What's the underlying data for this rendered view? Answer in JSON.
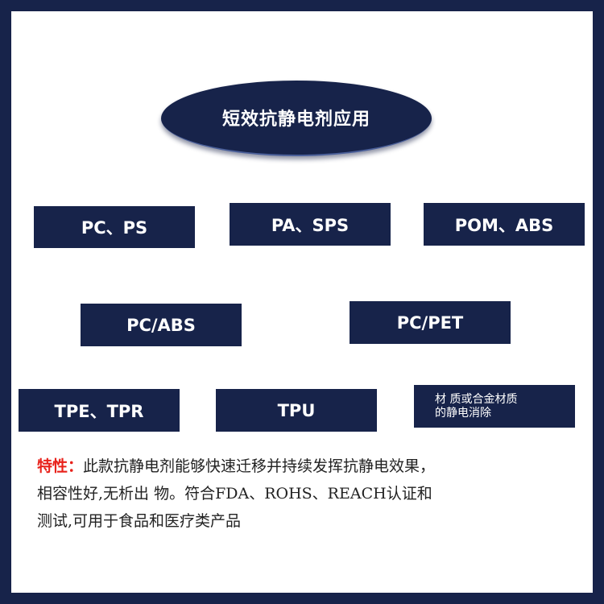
{
  "title": "短效抗静电剂应用",
  "materials": {
    "pc_ps": "PC、PS",
    "pa_sps": "PA、SPS",
    "pom_abs": "POM、ABS",
    "pc_abs": "PC/ABS",
    "pc_pet": "PC/PET",
    "tpe_tpr": "TPE、TPR",
    "tpu": "TPU",
    "alloy": "材 质或合金材质\n的静电消除"
  },
  "features": {
    "label": "特性：",
    "line1": "此款抗静电剂能够快速迁移并持续发挥抗静电效果，",
    "line2": "相容性好,无析出 物。符合FDA、ROHS、REACH认证和",
    "line3": "测试,可用于食品和医疗类产品"
  },
  "colors": {
    "navy": "#17234a",
    "accent_red": "#e8221b"
  }
}
